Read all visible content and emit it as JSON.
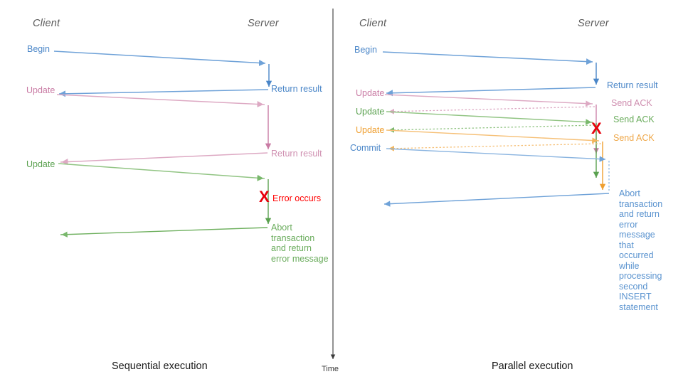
{
  "figure": {
    "title_hidden": "",
    "colors": {
      "blue": "#4a86c8",
      "blue_light": "#8ab4e0",
      "pink": "#c97ba4",
      "pink_light": "#dda9c3",
      "green": "#5aa14f",
      "green_light": "#91c483",
      "orange": "#ef9f30",
      "orange_light": "#f6c077",
      "red": "#e8000b",
      "axis": "#3a3a3a",
      "lane_text": "#5a5a5a",
      "caption_text": "#1a1a1a"
    },
    "time_axis": {
      "label": "Time"
    },
    "divider": {
      "present": true
    }
  },
  "left_panel": {
    "caption": "Sequential execution",
    "lanes": {
      "client": "Client",
      "server": "Server"
    },
    "messages": [
      {
        "id": "begin",
        "label": "Begin",
        "color": "blue",
        "side": "client"
      },
      {
        "id": "return-result-1",
        "label": "Return result",
        "color": "blue",
        "side": "server"
      },
      {
        "id": "update-1",
        "label": "Update",
        "color": "pink",
        "side": "client"
      },
      {
        "id": "return-result-2",
        "label": "Return result",
        "color": "pink",
        "side": "server"
      },
      {
        "id": "update-2",
        "label": "Update",
        "color": "green",
        "side": "client"
      },
      {
        "id": "error",
        "label": "Error occurs",
        "color": "red",
        "side": "server"
      },
      {
        "id": "abort",
        "label": "Abort transaction and return error message",
        "color": "green",
        "side": "server"
      }
    ],
    "error_marker": "X"
  },
  "right_panel": {
    "caption": "Parallel execution",
    "lanes": {
      "client": "Client",
      "server": "Server"
    },
    "messages": [
      {
        "id": "begin",
        "label": "Begin",
        "color": "blue",
        "side": "client"
      },
      {
        "id": "return-result",
        "label": "Return result",
        "color": "blue",
        "side": "server"
      },
      {
        "id": "update-1",
        "label": "Update",
        "color": "pink",
        "side": "client"
      },
      {
        "id": "send-ack-1",
        "label": "Send ACK",
        "color": "pink",
        "side": "server"
      },
      {
        "id": "update-2",
        "label": "Update",
        "color": "green",
        "side": "client"
      },
      {
        "id": "send-ack-2",
        "label": "Send ACK",
        "color": "green",
        "side": "server"
      },
      {
        "id": "update-3",
        "label": "Update",
        "color": "orange",
        "side": "client"
      },
      {
        "id": "send-ack-3",
        "label": "Send ACK",
        "color": "orange",
        "side": "server"
      },
      {
        "id": "commit",
        "label": "Commit",
        "color": "blue",
        "side": "client"
      },
      {
        "id": "abort",
        "label": "Abort transaction and return error message that occurred while processing second INSERT statement",
        "color": "blue",
        "side": "server"
      }
    ],
    "error_marker": "X"
  }
}
